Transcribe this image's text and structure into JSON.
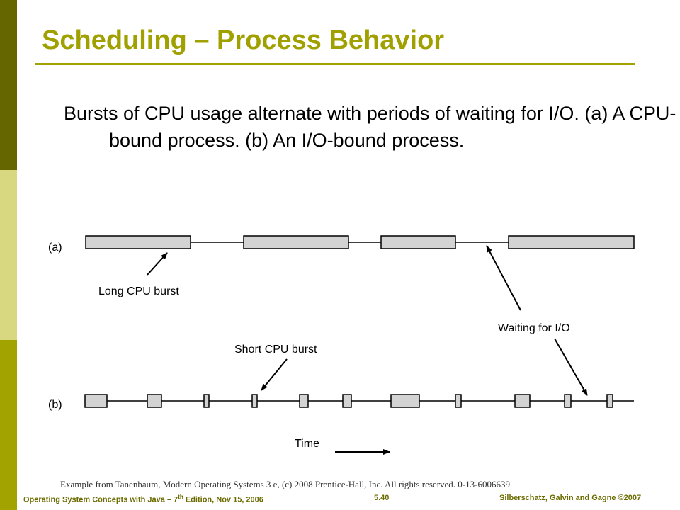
{
  "slide": {
    "title": "Scheduling – Process Behavior",
    "body": "Bursts of CPU usage alternate with periods of waiting for I/O. (a) A CPU-bound process. (b) An I/O-bound process."
  },
  "diagram": {
    "row_a_label": "(a)",
    "row_b_label": "(b)",
    "long_burst_label": "Long CPU burst",
    "short_burst_label": "Short CPU burst",
    "waiting_label": "Waiting for I/O",
    "time_label": "Time"
  },
  "footer": {
    "credit": "Example from Tanenbaum, Modern Operating Systems 3 e, (c) 2008 Prentice-Hall, Inc. All rights reserved. 0-13-6006639",
    "book_prefix": "Operating System Concepts with Java – 7",
    "book_sup": "th",
    "book_suffix": " Edition, Nov 15, 2006",
    "page": "5.40",
    "copyright": "Silberschatz, Galvin and Gagne ©2007"
  },
  "colors": {
    "accent": "#a3a300",
    "sidebar_dark": "#666600",
    "sidebar_light": "#d8d880",
    "burst_fill": "#d3d3d3"
  }
}
